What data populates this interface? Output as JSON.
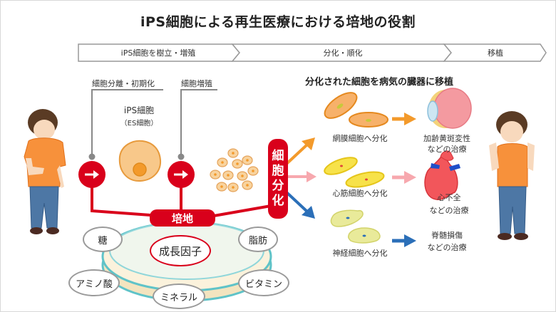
{
  "title": "iPS細胞による再生医療における培地の役割",
  "process_steps": [
    {
      "label": "iPS細胞を樹立・増殖"
    },
    {
      "label": "分化・順化"
    },
    {
      "label": "移植"
    }
  ],
  "left_section": {
    "step1_label": "細胞分離・初期化",
    "step2_label": "細胞増殖",
    "ips_cell_label": "iPS細胞",
    "es_cell_label": "（ES細胞）",
    "arrow_icons": [
      "arrow-right-icon",
      "arrow-right-icon"
    ]
  },
  "medium": {
    "badge": "培地",
    "differentiation_badge": [
      "細",
      "胞",
      "分",
      "化"
    ],
    "center_component": "成長因子",
    "components": [
      "糖",
      "脂肪",
      "アミノ酸",
      "ビタミン",
      "ミネラル"
    ]
  },
  "right_section": {
    "heading": "分化された細胞を病気の臓器に移植",
    "branches": [
      {
        "cell_label": "網膜細胞へ分化",
        "treatment_line1": "加齢黄斑変性",
        "treatment_line2": "などの治療",
        "color": "#f39a2b"
      },
      {
        "cell_label": "心筋細胞へ分化",
        "treatment_line1": "心不全",
        "treatment_line2": "などの治療",
        "color": "#f7a8ae"
      },
      {
        "cell_label": "神経細胞へ分化",
        "treatment_line1": "脊髄損傷",
        "treatment_line2": "などの治療",
        "color": "#2b6fb8"
      }
    ]
  },
  "colors": {
    "accent_red": "#d9001b",
    "orange": "#f39a2b",
    "pink": "#f7a8ae",
    "blue": "#2b6fb8",
    "dish_teal": "#5fc3c8"
  }
}
